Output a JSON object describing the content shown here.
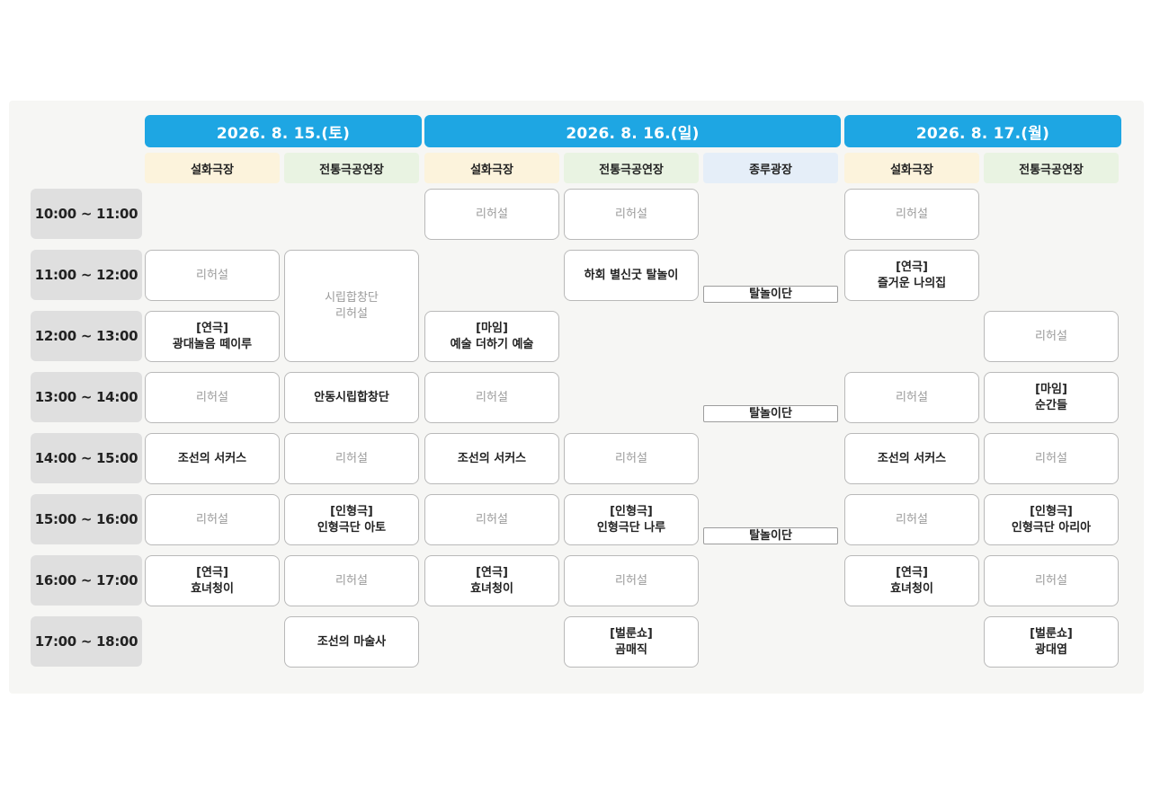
{
  "days": [
    {
      "label": "2026. 8. 15.(토)",
      "venues": [
        "설화극장",
        "전통극공연장"
      ]
    },
    {
      "label": "2026. 8. 16.(일)",
      "venues": [
        "설화극장",
        "전통극공연장",
        "종루광장"
      ]
    },
    {
      "label": "2026. 8. 17.(월)",
      "venues": [
        "설화극장",
        "전통극공연장"
      ]
    }
  ],
  "venue_colors": {
    "설화극장": "#fcf3dc",
    "전통극공연장": "#e9f3e2",
    "종루광장": "#e5eef8"
  },
  "header_color": "#1ea6e3",
  "times": [
    "10:00 ~ 11:00",
    "11:00 ~ 12:00",
    "12:00 ~ 13:00",
    "13:00 ~ 14:00",
    "14:00 ~ 15:00",
    "15:00 ~ 16:00",
    "16:00 ~ 17:00",
    "17:00 ~ 18:00"
  ],
  "events": [
    {
      "col": 0,
      "row": 1,
      "span": 1,
      "kind": "rehearsal",
      "lines": [
        "리허설"
      ]
    },
    {
      "col": 0,
      "row": 2,
      "span": 1,
      "kind": "show",
      "lines": [
        "[연극]",
        "광대놀음 떼이루"
      ]
    },
    {
      "col": 0,
      "row": 3,
      "span": 1,
      "kind": "rehearsal",
      "lines": [
        "리허설"
      ]
    },
    {
      "col": 0,
      "row": 4,
      "span": 1,
      "kind": "show",
      "lines": [
        "조선의 서커스"
      ]
    },
    {
      "col": 0,
      "row": 5,
      "span": 1,
      "kind": "rehearsal",
      "lines": [
        "리허설"
      ]
    },
    {
      "col": 0,
      "row": 6,
      "span": 1,
      "kind": "show",
      "lines": [
        "[연극]",
        "효녀청이"
      ]
    },
    {
      "col": 1,
      "row": 1,
      "span": 2,
      "kind": "rehearsal",
      "lines": [
        "시립합창단",
        "리허설"
      ]
    },
    {
      "col": 1,
      "row": 3,
      "span": 1,
      "kind": "show",
      "lines": [
        "안동시립합창단"
      ]
    },
    {
      "col": 1,
      "row": 4,
      "span": 1,
      "kind": "rehearsal",
      "lines": [
        "리허설"
      ]
    },
    {
      "col": 1,
      "row": 5,
      "span": 1,
      "kind": "show",
      "lines": [
        "[인형극]",
        "인형극단 아토"
      ]
    },
    {
      "col": 1,
      "row": 6,
      "span": 1,
      "kind": "rehearsal",
      "lines": [
        "리허설"
      ]
    },
    {
      "col": 1,
      "row": 7,
      "span": 1,
      "kind": "show",
      "lines": [
        "조선의 마술사"
      ]
    },
    {
      "col": 2,
      "row": 0,
      "span": 1,
      "kind": "rehearsal",
      "lines": [
        "리허설"
      ]
    },
    {
      "col": 2,
      "row": 2,
      "span": 1,
      "kind": "show",
      "lines": [
        "[마임]",
        "예술 더하기 예술"
      ]
    },
    {
      "col": 2,
      "row": 3,
      "span": 1,
      "kind": "rehearsal",
      "lines": [
        "리허설"
      ]
    },
    {
      "col": 2,
      "row": 4,
      "span": 1,
      "kind": "show",
      "lines": [
        "조선의 서커스"
      ]
    },
    {
      "col": 2,
      "row": 5,
      "span": 1,
      "kind": "rehearsal",
      "lines": [
        "리허설"
      ]
    },
    {
      "col": 2,
      "row": 6,
      "span": 1,
      "kind": "show",
      "lines": [
        "[연극]",
        "효녀청이"
      ]
    },
    {
      "col": 3,
      "row": 0,
      "span": 1,
      "kind": "rehearsal",
      "lines": [
        "리허설"
      ]
    },
    {
      "col": 3,
      "row": 1,
      "span": 1,
      "kind": "show",
      "lines": [
        "하회 별신굿 탈놀이"
      ]
    },
    {
      "col": 3,
      "row": 4,
      "span": 1,
      "kind": "rehearsal",
      "lines": [
        "리허설"
      ]
    },
    {
      "col": 3,
      "row": 5,
      "span": 1,
      "kind": "show",
      "lines": [
        "[인형극]",
        "인형극단 나루"
      ]
    },
    {
      "col": 3,
      "row": 6,
      "span": 1,
      "kind": "rehearsal",
      "lines": [
        "리허설"
      ]
    },
    {
      "col": 3,
      "row": 7,
      "span": 1,
      "kind": "show",
      "lines": [
        "[벌룬쇼]",
        "곰매직"
      ]
    },
    {
      "col": 5,
      "row": 0,
      "span": 1,
      "kind": "rehearsal",
      "lines": [
        "리허설"
      ]
    },
    {
      "col": 5,
      "row": 1,
      "span": 1,
      "kind": "show",
      "lines": [
        "[연극]",
        "즐거운 나의집"
      ]
    },
    {
      "col": 5,
      "row": 3,
      "span": 1,
      "kind": "rehearsal",
      "lines": [
        "리허설"
      ]
    },
    {
      "col": 5,
      "row": 4,
      "span": 1,
      "kind": "show",
      "lines": [
        "조선의 서커스"
      ]
    },
    {
      "col": 5,
      "row": 5,
      "span": 1,
      "kind": "rehearsal",
      "lines": [
        "리허설"
      ]
    },
    {
      "col": 5,
      "row": 6,
      "span": 1,
      "kind": "show",
      "lines": [
        "[연극]",
        "효녀청이"
      ]
    },
    {
      "col": 6,
      "row": 2,
      "span": 1,
      "kind": "rehearsal",
      "lines": [
        "리허설"
      ]
    },
    {
      "col": 6,
      "row": 3,
      "span": 1,
      "kind": "show",
      "lines": [
        "[마임]",
        "순간들"
      ]
    },
    {
      "col": 6,
      "row": 4,
      "span": 1,
      "kind": "rehearsal",
      "lines": [
        "리허설"
      ]
    },
    {
      "col": 6,
      "row": 5,
      "span": 1,
      "kind": "show",
      "lines": [
        "[인형극]",
        "인형극단 아리아"
      ]
    },
    {
      "col": 6,
      "row": 6,
      "span": 1,
      "kind": "rehearsal",
      "lines": [
        "리허설"
      ]
    },
    {
      "col": 6,
      "row": 7,
      "span": 1,
      "kind": "show",
      "lines": [
        "[벌룬쇼]",
        "광대엽"
      ]
    }
  ],
  "square_tags": [
    {
      "label": "탈놀이단",
      "row": 1
    },
    {
      "label": "탈놀이단",
      "row": 3
    },
    {
      "label": "탈놀이단",
      "row": 5
    }
  ]
}
